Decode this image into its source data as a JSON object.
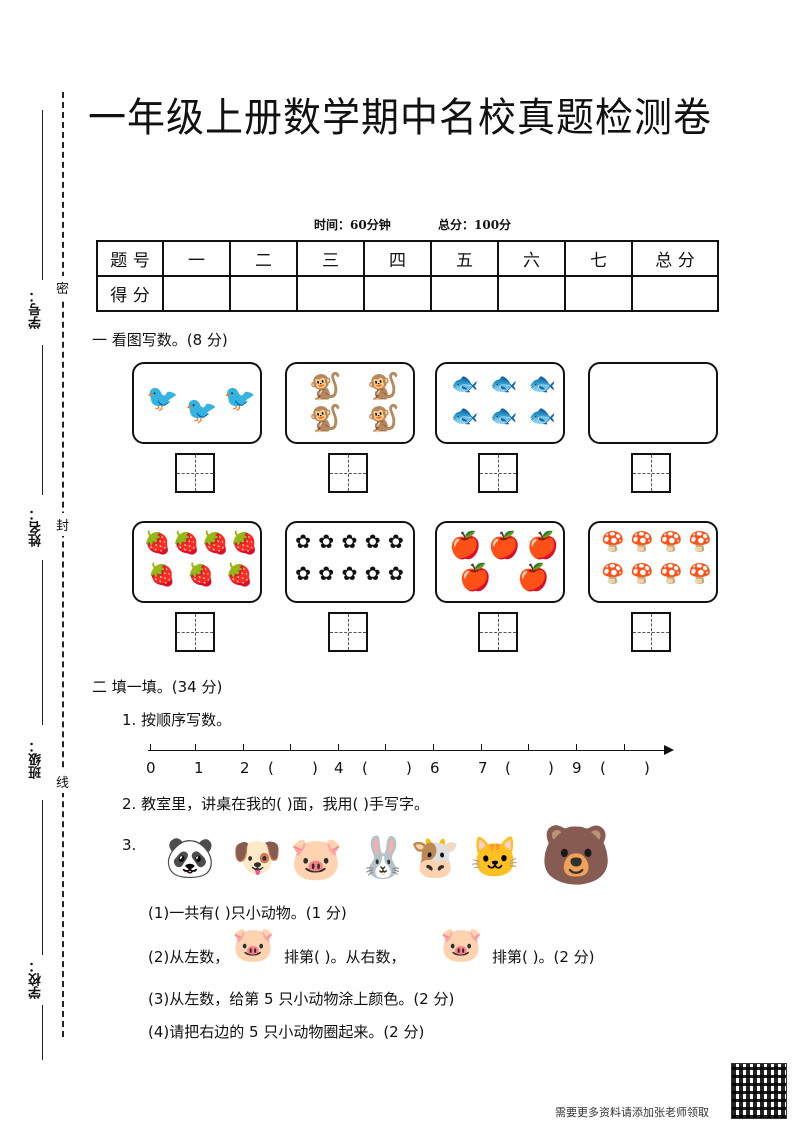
{
  "title": "一年级上册数学期中名校真题检测卷",
  "meta": {
    "time": "时间：60分钟",
    "total": "总分：100分"
  },
  "score_table": {
    "row1": [
      "题 号",
      "一",
      "二",
      "三",
      "四",
      "五",
      "六",
      "七",
      "总 分"
    ],
    "row2_label": "得 分"
  },
  "margin": {
    "labels": [
      "学号：",
      "姓名：",
      "班级：",
      "学校："
    ],
    "seals": [
      "密",
      "封",
      "线"
    ]
  },
  "section1": {
    "heading": "一  看图写数。(8 分)",
    "cards": [
      {
        "icon": "bird-icon",
        "glyph": "🐦",
        "count": 3
      },
      {
        "icon": "monkey-icon",
        "glyph": "🐒",
        "count": 4
      },
      {
        "icon": "fish-icon",
        "glyph": "🐟",
        "count": 6
      },
      {
        "icon": "empty-card",
        "glyph": "",
        "count": 0
      },
      {
        "icon": "strawberry-icon",
        "glyph": "🍓",
        "count": 7
      },
      {
        "icon": "flower-icon",
        "glyph": "✿",
        "count": 10
      },
      {
        "icon": "apple-icon",
        "glyph": "🍎",
        "count": 5
      },
      {
        "icon": "mushroom-icon",
        "glyph": "🍄",
        "count": 8
      }
    ]
  },
  "section2": {
    "heading": "二  填一填。(34 分)",
    "q1": "1. 按顺序写数。",
    "numberline": [
      "0",
      "1",
      "2",
      "(",
      ")",
      "4",
      "(",
      ")",
      "6",
      "7",
      "(",
      ")",
      "9",
      "(",
      ")"
    ],
    "q2": "2. 教室里，讲桌在我的(          )面，我用(          )手写字。",
    "q3_label": "3.",
    "animals": [
      "panda-icon",
      "dog-icon",
      "pig-icon",
      "rabbit-icon",
      "cow-icon",
      "cat-icon",
      "bear-icon"
    ],
    "animal_glyphs": [
      "🐼",
      "🐶",
      "🐷",
      "🐰",
      "🐮",
      "🐱",
      "🐻"
    ],
    "s1": "(1)一共有(      )只小动物。(1 分)",
    "s2a": "(2)从左数，",
    "s2b": "排第(      )。从右数，",
    "s2c": "排第(        )。(2 分)",
    "s3": "(3)从左数，给第 5 只小动物涂上颜色。(2 分)",
    "s4": "(4)请把右边的 5 只小动物圈起来。(2 分)"
  },
  "footer": "需要更多资料请添加张老师领取"
}
